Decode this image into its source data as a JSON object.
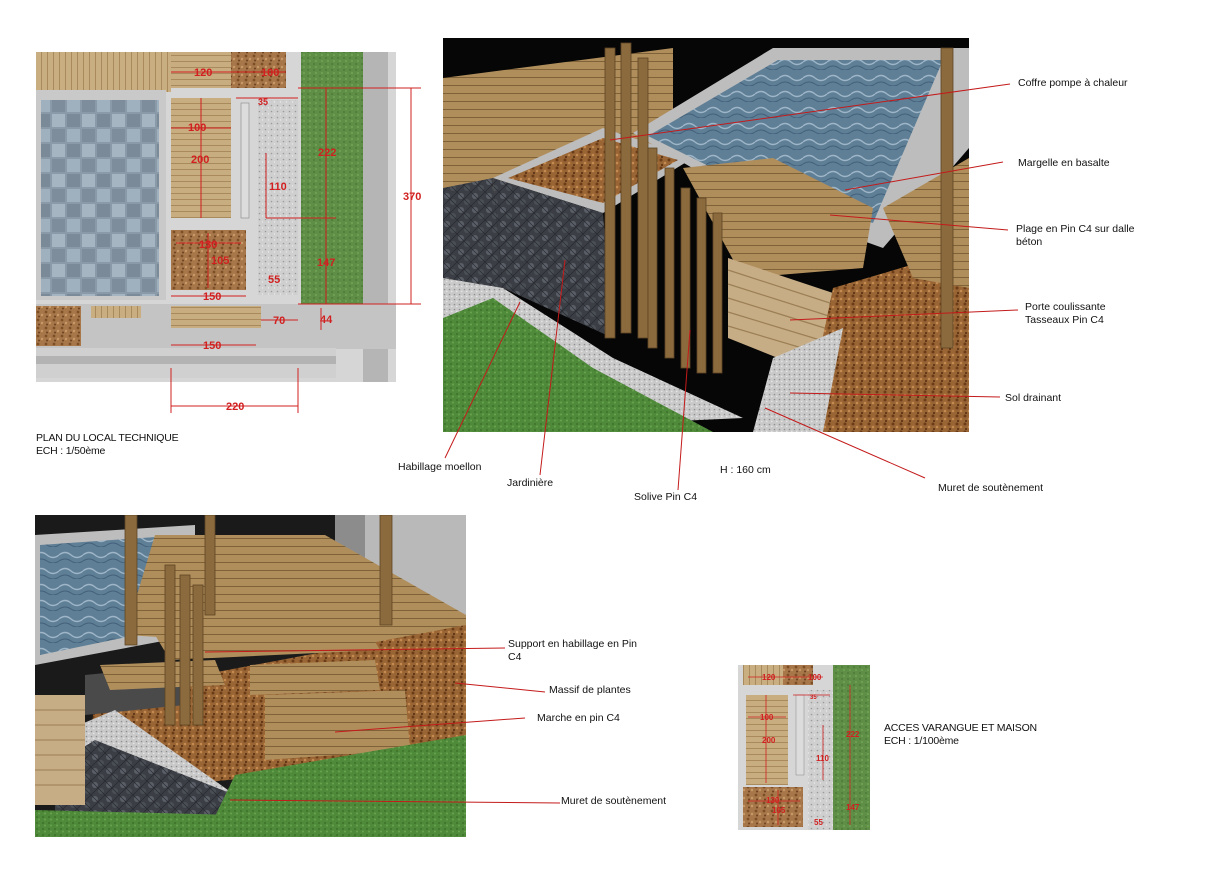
{
  "plan_main": {
    "caption_line1": "PLAN DU LOCAL TECHNIQUE",
    "caption_line2": "ECH : 1/50ème",
    "dims": {
      "d120": "120",
      "d100a": "100",
      "d35": "35",
      "d100b": "100",
      "d200": "200",
      "d110": "110",
      "d222": "222",
      "d370": "370",
      "d130": "130",
      "d105": "105",
      "d55": "55",
      "d147": "147",
      "d150a": "150",
      "d70": "70",
      "d44": "44",
      "d150b": "150",
      "d220": "220"
    }
  },
  "view_top": {
    "labels": {
      "coffre": "Coffre pompe à chaleur",
      "margelle": "Margelle en basalte",
      "plage": "Plage en Pin C4 sur dalle béton",
      "porte_line1": "Porte coulissante",
      "porte_line2": "Tasseaux Pin C4",
      "sol": "Sol drainant",
      "muret": "Muret de soutènement",
      "habillage": "Habillage moellon",
      "jardiniere": "Jardinière",
      "solive": "Solive Pin C4",
      "hauteur": "H : 160 cm"
    }
  },
  "view_bottom": {
    "labels": {
      "support": "Support en habillage en Pin C4",
      "massif": "Massif de plantes",
      "marche": "Marche en pin C4",
      "muret": "Muret de soutènement"
    }
  },
  "plan_small": {
    "caption_line1": "ACCES VARANGUE ET MAISON",
    "caption_line2": "ECH : 1/100ème",
    "dims": {
      "s120": "120",
      "s100a": "100",
      "s35": "35",
      "s100b": "100",
      "s200": "200",
      "s110": "110",
      "s222": "222",
      "s130": "130",
      "s105": "105",
      "s55": "55",
      "s147": "147"
    }
  },
  "colors": {
    "dimension_red": "#d21f1f",
    "leader_red": "#c41a1a",
    "grass": "#4f8a3a",
    "wood": "#b99a6a",
    "water": "#6f8aa0",
    "gravel": "#bdbdbd",
    "mulch": "#8a5a30"
  }
}
